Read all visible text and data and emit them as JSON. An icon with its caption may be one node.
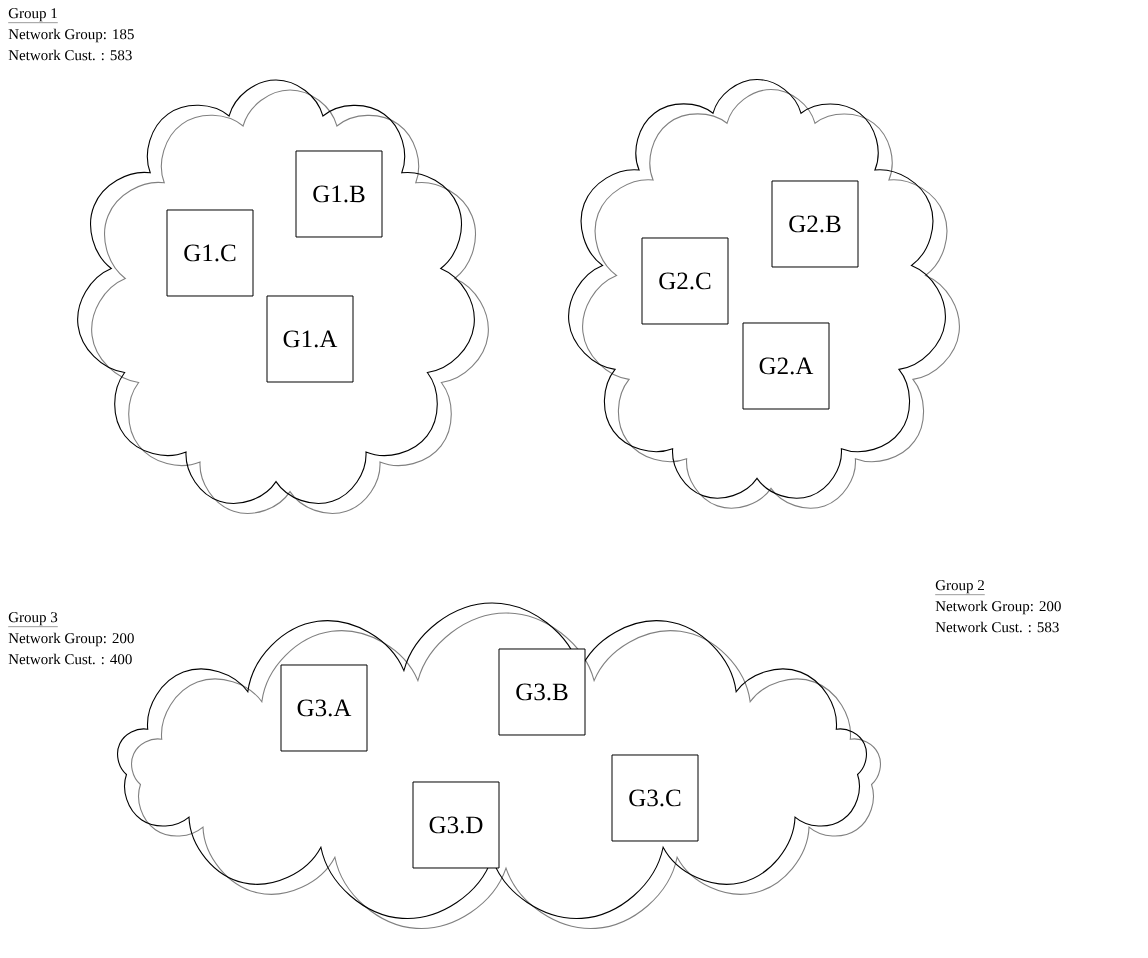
{
  "diagram": {
    "nodes": [
      {
        "text": [
          "Group 1",
          "Network Group:  185",
          "Network Cust. : 583"
        ]
      },
      {
        "text": [
          "G1.B"
        ],
        "in": 0
      },
      {
        "text": [
          "G1.C"
        ],
        "in": 0
      },
      {
        "text": [
          "G1.A"
        ],
        "in": 0
      },
      {
        "text": [
          "Group 2",
          "Network Group:  200",
          "Network Cust. : 583"
        ]
      },
      {
        "text": [
          "G2.B"
        ],
        "in": 4
      },
      {
        "text": [
          "G2.C"
        ],
        "in": 4
      },
      {
        "text": [
          "G2.A"
        ],
        "in": 4
      },
      {
        "text": [
          "Group 3",
          "Network Group:  200",
          "Network Cust. : 400"
        ]
      },
      {
        "text": [
          "G3.A"
        ],
        "in": 8
      },
      {
        "text": [
          "G3.B"
        ],
        "in": 8
      },
      {
        "text": [
          "G3.C"
        ],
        "in": 8
      },
      {
        "text": [
          "G3.D"
        ],
        "in": 8
      }
    ]
  }
}
